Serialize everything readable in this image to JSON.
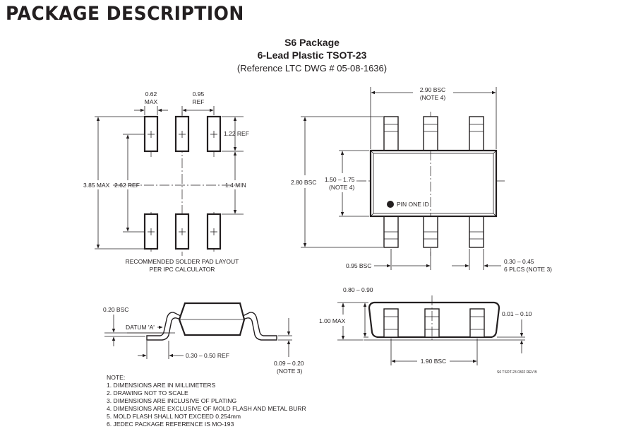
{
  "title": "PACKAGE DESCRIPTION",
  "package": {
    "name": "S6 Package",
    "subtitle": "6-Lead Plastic TSOT-23",
    "reference": "(Reference LTC DWG # 05-08-1636)"
  },
  "solder_pad": {
    "caption_line1": "RECOMMENDED SOLDER PAD LAYOUT",
    "caption_line2": "PER IPC CALCULATOR",
    "dim_pad_width_value": "0.62",
    "dim_pad_width_note": "MAX",
    "dim_pitch_value": "0.95",
    "dim_pitch_note": "REF",
    "dim_pad_length": "1.22 REF",
    "dim_total_height": "3.85 MAX",
    "dim_center_spacing": "2.62 REF",
    "dim_gap": "1.4 MIN"
  },
  "top_view": {
    "dim_length": "2.90 BSC",
    "dim_length_note": "(NOTE 4)",
    "dim_total_width": "2.80 BSC",
    "dim_body_width": "1.50 – 1.75",
    "dim_body_width_note": "(NOTE 4)",
    "pin_one_label": "PIN ONE ID",
    "dim_pitch": "0.95 BSC",
    "dim_lead_width": "0.30 – 0.45",
    "dim_lead_width_note": "6 PLCS (NOTE 3)"
  },
  "side_view": {
    "dim_bsc": "0.20 BSC",
    "datum_label": "DATUM 'A'",
    "dim_foot": "0.30 – 0.50 REF",
    "dim_lead_thickness": "0.09 – 0.20",
    "dim_lead_thickness_note": "(NOTE 3)"
  },
  "end_view": {
    "dim_body_thickness": "0.80 – 0.90",
    "dim_max_height": "1.00 MAX",
    "dim_standoff": "0.01 – 0.10",
    "dim_lead_span": "1.90 BSC",
    "drawing_code": "S6 TSOT-23 0302 REV B"
  },
  "notes": {
    "heading": "NOTE:",
    "items": [
      "1. DIMENSIONS ARE IN MILLIMETERS",
      "2. DRAWING NOT TO SCALE",
      "3. DIMENSIONS ARE INCLUSIVE OF PLATING",
      "4. DIMENSIONS ARE EXCLUSIVE OF MOLD FLASH AND METAL BURR",
      "5. MOLD FLASH SHALL NOT EXCEED 0.254mm",
      "6. JEDEC PACKAGE REFERENCE IS MO-193"
    ]
  }
}
